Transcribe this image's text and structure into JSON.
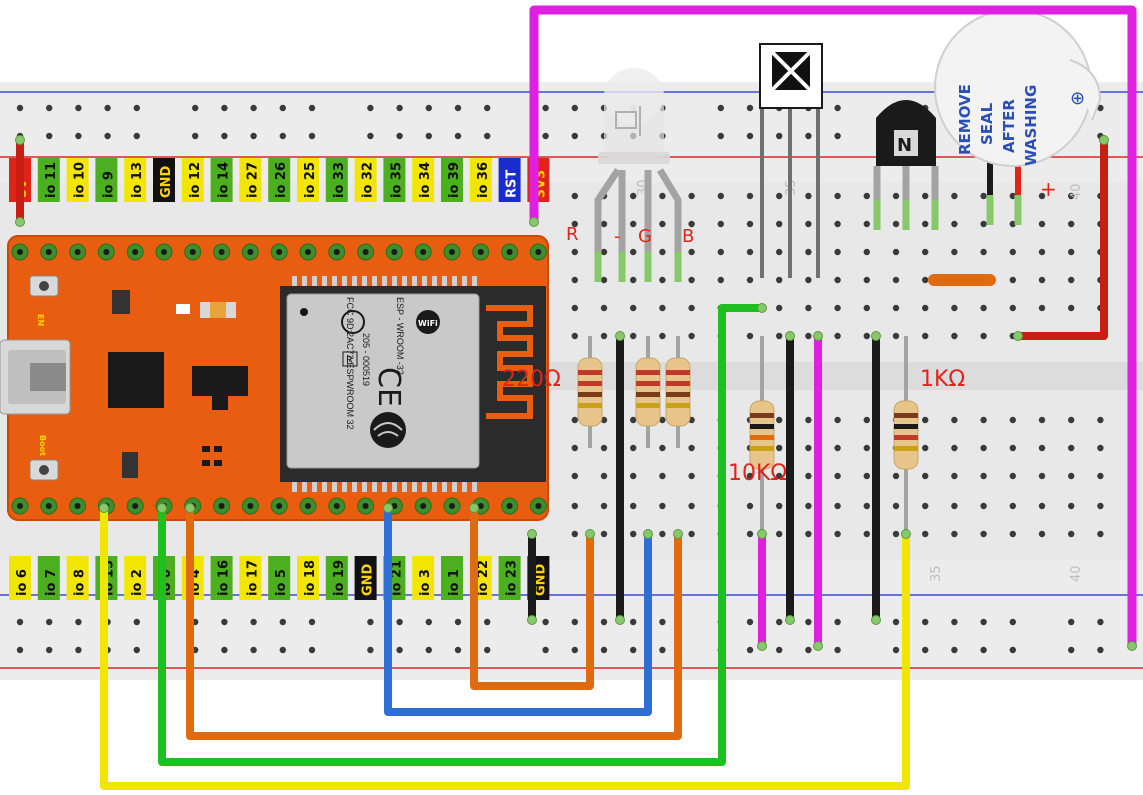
{
  "esp32": {
    "top_pins": [
      "5V",
      "io 11",
      "io 10",
      "io 9",
      "io 13",
      "GND",
      "io 12",
      "io 14",
      "io 27",
      "io 26",
      "io 25",
      "io 33",
      "io 32",
      "io 35",
      "io 34",
      "io 39",
      "io 36",
      "RST",
      "3V3"
    ],
    "bottom_pins": [
      "io 6",
      "io 7",
      "io 8",
      "io 15",
      "io 2",
      "io 0",
      "io 4",
      "io 16",
      "io 17",
      "io 5",
      "io 18",
      "io 19",
      "GND",
      "io 21",
      "io 3",
      "io 1",
      "io 22",
      "io 23",
      "GND"
    ],
    "button_en": "EN",
    "button_boot": "Boot",
    "module": {
      "wifi": "WiFi",
      "model": "ESP - WROOM -32",
      "fcc": "FCC 9D;2AC72-ESPWROOM 32",
      "code": "205 - 000519",
      "r_mark": "R",
      "ce": "CE"
    }
  },
  "rgb_led": {
    "label_r": "R",
    "label_minus": "-",
    "label_g": "G",
    "label_b": "B"
  },
  "resistors": {
    "label_220": "220Ω",
    "label_10k": "10KΩ",
    "label_1k": "1KΩ"
  },
  "transistor": {
    "label": "N"
  },
  "buzzer": {
    "line1": "REMOVE",
    "line2": "SEAL",
    "line3": "AFTER",
    "line4": "WASHING",
    "plus_sign": "⊕",
    "plus_pin": "+"
  },
  "breadboard": {
    "col_top_30": "30",
    "col_top_35": "35",
    "col_top_40": "40",
    "col_bot_35": "35",
    "col_bot_40": "40"
  },
  "colors": {
    "board": "#e85d10",
    "board_edge": "#c94a06",
    "pin_yellow": "#f2e600",
    "pin_green": "#4caf1f",
    "wire_magenta": "#e020e0",
    "wire_green": "#1fbf1f",
    "wire_yellow": "#f0e600",
    "wire_orange": "#e06a10",
    "wire_blue": "#2e6fd6",
    "wire_black": "#1a1a1a",
    "wire_red": "#c81e14",
    "rail_red": "#d40000",
    "rail_blue": "#1b2ccf"
  }
}
